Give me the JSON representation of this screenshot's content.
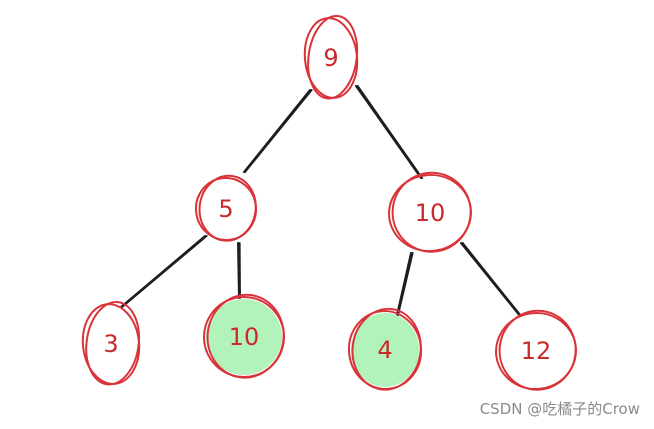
{
  "tree": {
    "nodes": [
      {
        "id": "root",
        "label": "9",
        "highlight": false
      },
      {
        "id": "left",
        "label": "5",
        "highlight": false
      },
      {
        "id": "right",
        "label": "10",
        "highlight": false
      },
      {
        "id": "left-left",
        "label": "3",
        "highlight": false
      },
      {
        "id": "left-right",
        "label": "10",
        "highlight": true
      },
      {
        "id": "right-left",
        "label": "4",
        "highlight": true
      },
      {
        "id": "right-right",
        "label": "12",
        "highlight": false
      }
    ],
    "edges": [
      {
        "from": "root",
        "to": "left"
      },
      {
        "from": "root",
        "to": "right"
      },
      {
        "from": "left",
        "to": "left-left"
      },
      {
        "from": "left",
        "to": "left-right"
      },
      {
        "from": "right",
        "to": "right-left"
      },
      {
        "from": "right",
        "to": "right-right"
      }
    ]
  },
  "colors": {
    "node_outline": "#d9333a",
    "node_text": "#c92a2a",
    "highlight_fill": "#b2f2bb",
    "edge": "#1e1e1e"
  },
  "watermark": "CSDN @吃橘子的Crow"
}
